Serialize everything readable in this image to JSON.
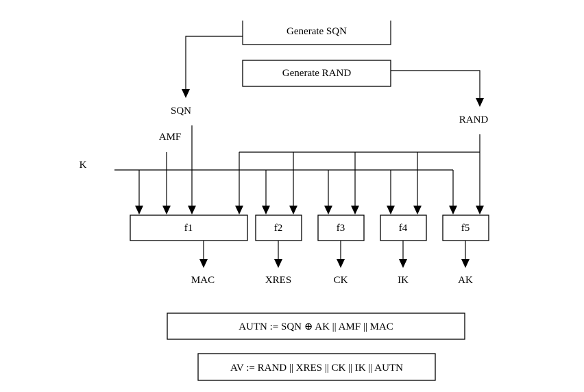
{
  "boxes": {
    "generate_sqn": "Generate SQN",
    "generate_rand": "Generate RAND",
    "f1": "f1",
    "f2": "f2",
    "f3": "f3",
    "f4": "f4",
    "f5": "f5",
    "autn": "AUTN := SQN ⊕ AK || AMF || MAC",
    "av": "AV := RAND || XRES || CK || IK || AUTN"
  },
  "inputs": {
    "sqn": "SQN",
    "amf": "AMF",
    "k": "K",
    "rand": "RAND"
  },
  "outputs": {
    "mac": "MAC",
    "xres": "XRES",
    "ck": "CK",
    "ik": "IK",
    "ak": "AK"
  }
}
